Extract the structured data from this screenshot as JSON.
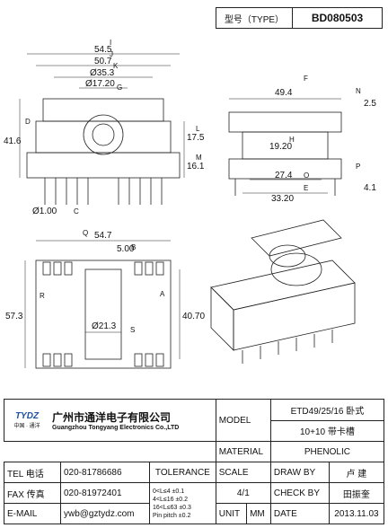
{
  "header": {
    "type_label": "型号（TYPE）",
    "type_value": "BD080503"
  },
  "drawing": {
    "dims_top": [
      "54.5",
      "50.7",
      "Ø35.3",
      "Ø17.20",
      "41.6",
      "17.5",
      "16.1",
      "Ø1.00"
    ],
    "dims_side": [
      "49.4",
      "2.5",
      "19.20",
      "27.4",
      "33.20",
      "4.1"
    ],
    "dims_bottom": [
      "54.7",
      "5.00",
      "57.3",
      "40.70",
      "Ø21.3"
    ],
    "letters": [
      "I",
      "J",
      "K",
      "G",
      "D",
      "L",
      "M",
      "C",
      "F",
      "N",
      "H",
      "O",
      "E",
      "P",
      "Q",
      "R",
      "B",
      "A",
      "S"
    ]
  },
  "titleblock": {
    "company_cn": "广州市通洋电子有限公司",
    "company_en": "Guangzhou Tongyang Electronics Co.,LTD",
    "logo_text": "TYDZ",
    "logo_sub": "中国 · 通洋",
    "model_label": "MODEL",
    "model_value_1": "ETD49/25/16 卧式",
    "model_value_2": "10+10 带卡槽",
    "material_label": "MATERIAL",
    "material_value": "PHENOLIC",
    "tel_label": "TEL 电话",
    "tel_value": "020-81786686",
    "tolerance_label": "TOLERANCE",
    "scale_label": "SCALE",
    "draw_label": "DRAW BY",
    "draw_value": "卢  建",
    "fax_label": "FAX 传真",
    "fax_value": "020-81972401",
    "tol_lines": [
      "0<L≤4    ±0.1",
      "4<L≤16   ±0.2",
      "16<L≤63  ±0.3",
      "Pin pitch  ±0.2"
    ],
    "scale_value": "4/1",
    "check_label": "CHECK BY",
    "check_value": "田振奎",
    "email_label": "E-MAIL",
    "email_value": "ywb@gztydz.com",
    "unit_label": "UNIT",
    "unit_value": "MM",
    "date_label": "DATE",
    "date_value": "2013.11.03"
  }
}
